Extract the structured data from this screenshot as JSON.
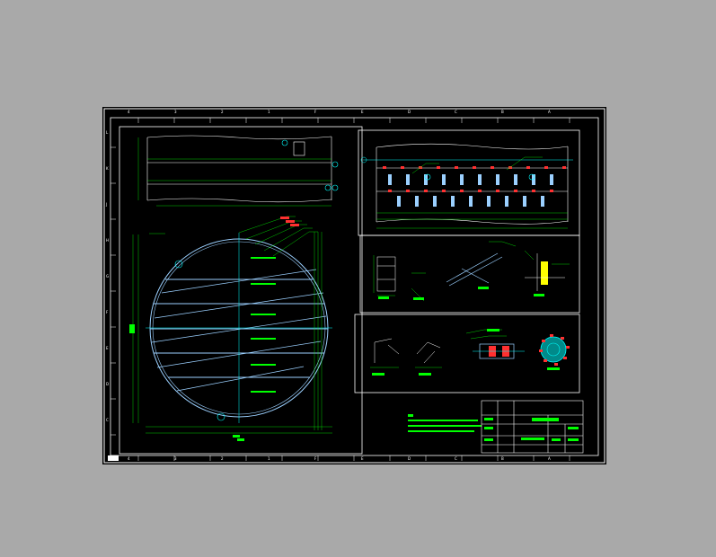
{
  "viewport": {
    "background": "#a9a9a9",
    "sheet_background": "#000000"
  },
  "colors": {
    "border": "#ffffff",
    "dim": "#00ff00",
    "center": "#00ffff",
    "tag": "#ff3030",
    "steel": "#9bd0ff",
    "leader": "#ffff00"
  },
  "border_ruler": {
    "top_labels": [
      "4",
      "3",
      "2",
      "1",
      "F",
      "E",
      "D",
      "C",
      "B",
      "A"
    ],
    "left_labels": [
      "L",
      "K",
      "J",
      "H",
      "G",
      "F",
      "E",
      "D",
      "C"
    ]
  },
  "title_block": {
    "drawing_name": "",
    "revision": ""
  }
}
